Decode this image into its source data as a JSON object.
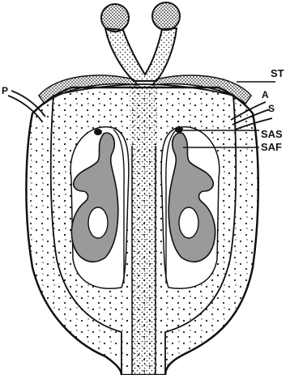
{
  "labels": {
    "st": "ST",
    "a": "A",
    "s": "S",
    "sas": "SAS",
    "saf": "SAF",
    "p": "P"
  },
  "colors": {
    "ink": "#111111",
    "stipple": "#222222",
    "shaded": "#9a9a9a",
    "paper": "#ffffff"
  }
}
